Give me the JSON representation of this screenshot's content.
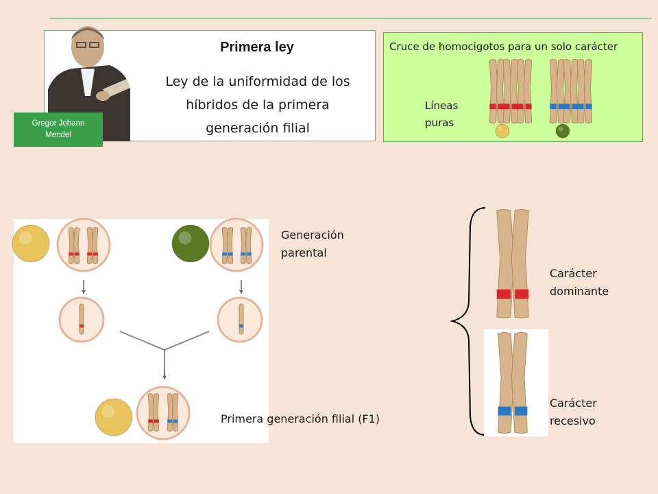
{
  "header": {
    "title": "Primera ley",
    "subtitle_lines": [
      "Ley de la uniformidad de los",
      "híbridos de la primera",
      "generación filial"
    ],
    "portrait_caption_lines": [
      "Gregor Johann",
      "Mendel"
    ]
  },
  "green_panel": {
    "title": "Cruce de homocigotos para un solo carácter",
    "lines_label": [
      "Líneas",
      "puras"
    ]
  },
  "diagram_labels": {
    "parental": [
      "Generación",
      "parental"
    ],
    "f1": "Primera generación filial (F1)"
  },
  "legend": {
    "dominant": [
      "Carácter",
      "dominante"
    ],
    "recessive": [
      "Carácter",
      "recesivo"
    ]
  },
  "colors": {
    "background": "#f8e4d6",
    "green_panel": "#ccff99",
    "tag_green": "#3aa04a",
    "dominant_band": "#d62828",
    "recessive_band": "#2a78c8",
    "chromosome": "#d8b48a",
    "yellow_pea": "#e7c35a",
    "green_pea": "#5a7a22"
  }
}
